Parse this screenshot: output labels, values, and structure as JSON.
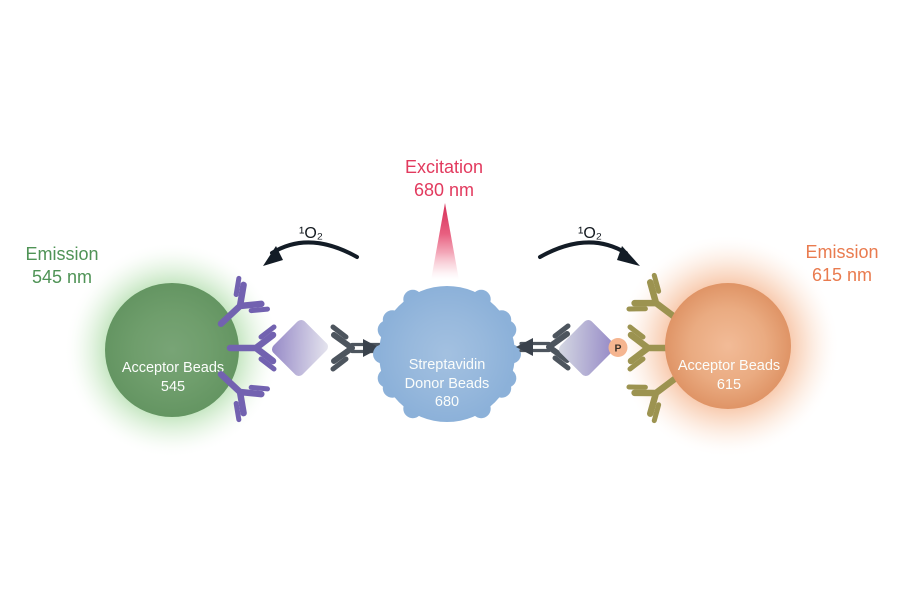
{
  "diagram": {
    "excitation": {
      "line1": "Excitation",
      "line2": "680 nm"
    },
    "emission_545": {
      "line1": "Emission",
      "line2": "545 nm"
    },
    "emission_615": {
      "line1": "Emission",
      "line2": "615 nm"
    },
    "singlet_oxygen_left": "¹O₂",
    "singlet_oxygen_right": "¹O₂",
    "acceptor_545": {
      "line1": "Acceptor Beads",
      "line2": "545"
    },
    "donor": {
      "line1": "Streptavidin",
      "line2": "Donor Beads",
      "line3": "680"
    },
    "acceptor_615": {
      "line1": "Acceptor Beads",
      "line2": "615"
    },
    "phospho_label": "P"
  },
  "colors": {
    "excitation_text": "#e23a5e",
    "emission_545_text": "#4f9356",
    "emission_615_text": "#e97b4f",
    "acceptor_545_bead": "#6d9c6a",
    "acceptor_545_glow": "#7ec676",
    "donor_bead": "#8cb1d9",
    "acceptor_615_bead": "#e7a67c",
    "acceptor_615_glow": "#f09055",
    "antibody_purple": "#7262b0",
    "antibody_olive": "#9c9350",
    "antibody_gray": "#4d555e",
    "arrowhead_dark": "#3a424c",
    "singlet_oxygen_arrow": "#131c26",
    "analyte_purple": "#9487c6",
    "phospho_fill": "#f5b590"
  }
}
